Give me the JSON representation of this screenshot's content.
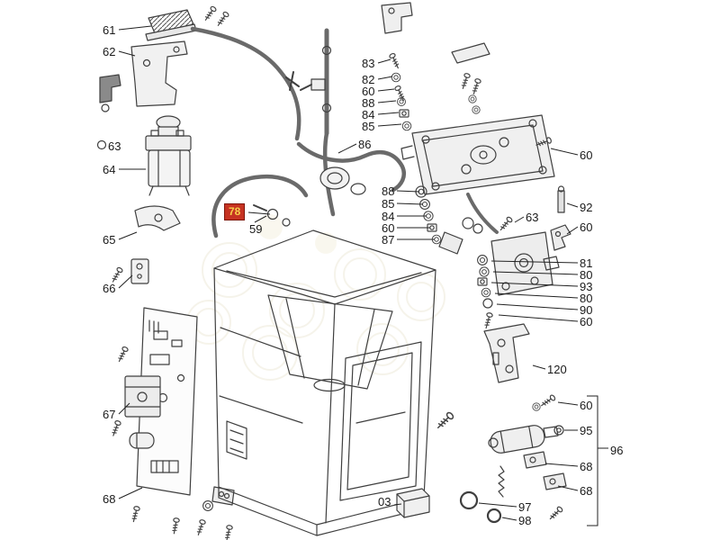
{
  "colors": {
    "line": "#3f3f3f",
    "highlight_box": "#c63322",
    "highlight_text": "#f7d04b",
    "watermark": "#a98f3e"
  },
  "highlight": {
    "text": "78"
  },
  "labels": [
    {
      "text": "61"
    },
    {
      "text": "62"
    },
    {
      "text": "63"
    },
    {
      "text": "64"
    },
    {
      "text": "65"
    },
    {
      "text": "66"
    },
    {
      "text": "67"
    },
    {
      "text": "68"
    },
    {
      "text": "83"
    },
    {
      "text": "82"
    },
    {
      "text": "60"
    },
    {
      "text": "88"
    },
    {
      "text": "84"
    },
    {
      "text": "85"
    },
    {
      "text": "86"
    },
    {
      "text": "88"
    },
    {
      "text": "85"
    },
    {
      "text": "84"
    },
    {
      "text": "60"
    },
    {
      "text": "87"
    },
    {
      "text": "60"
    },
    {
      "text": "92"
    },
    {
      "text": "63"
    },
    {
      "text": "60"
    },
    {
      "text": "81"
    },
    {
      "text": "80"
    },
    {
      "text": "93"
    },
    {
      "text": "80"
    },
    {
      "text": "90"
    },
    {
      "text": "60"
    },
    {
      "text": "120"
    },
    {
      "text": "60"
    },
    {
      "text": "95"
    },
    {
      "text": "96"
    },
    {
      "text": "68"
    },
    {
      "text": "68"
    },
    {
      "text": "97"
    },
    {
      "text": "98"
    },
    {
      "text": "03"
    },
    {
      "text": "59"
    }
  ]
}
